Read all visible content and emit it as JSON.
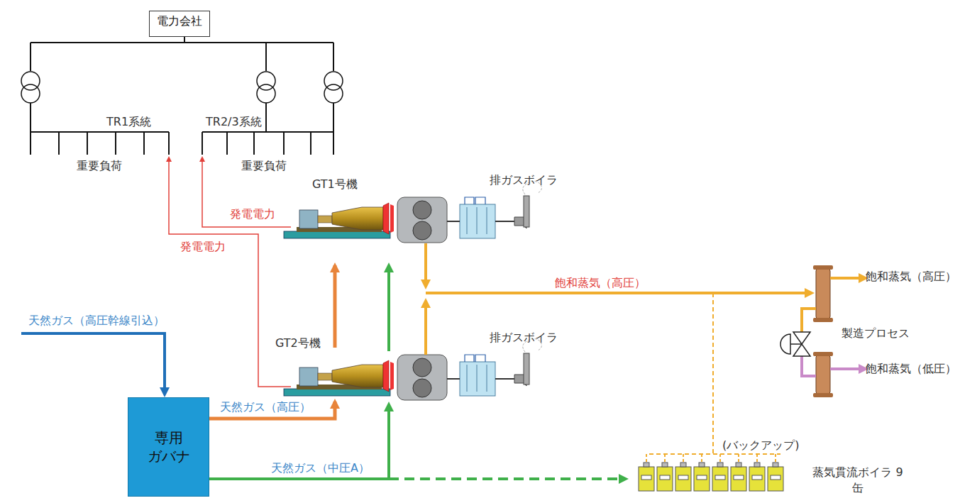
{
  "diagram": {
    "nodes": [
      {
        "text": [
          "電力会社"
        ]
      },
      {
        "text": [
          "専用 ガバナ"
        ]
      }
    ],
    "labels": [
      "TR1系統",
      "TR2/3系統",
      "重要負荷",
      "重要負荷",
      "発電電力",
      "発電電力",
      "GT1号機",
      "GT2号機",
      "排ガスボイラ",
      "排ガスボイラ",
      "飽和蒸気（高圧）",
      "飽和蒸気（高圧）",
      "製造プロセス",
      "飽和蒸気（低圧）",
      "天然ガス（高圧幹線引込）",
      "天然ガス（高圧）",
      "天然ガス（中圧A）",
      "(バックアップ)",
      "蒸気貫流ボイラ 9缶"
    ]
  }
}
